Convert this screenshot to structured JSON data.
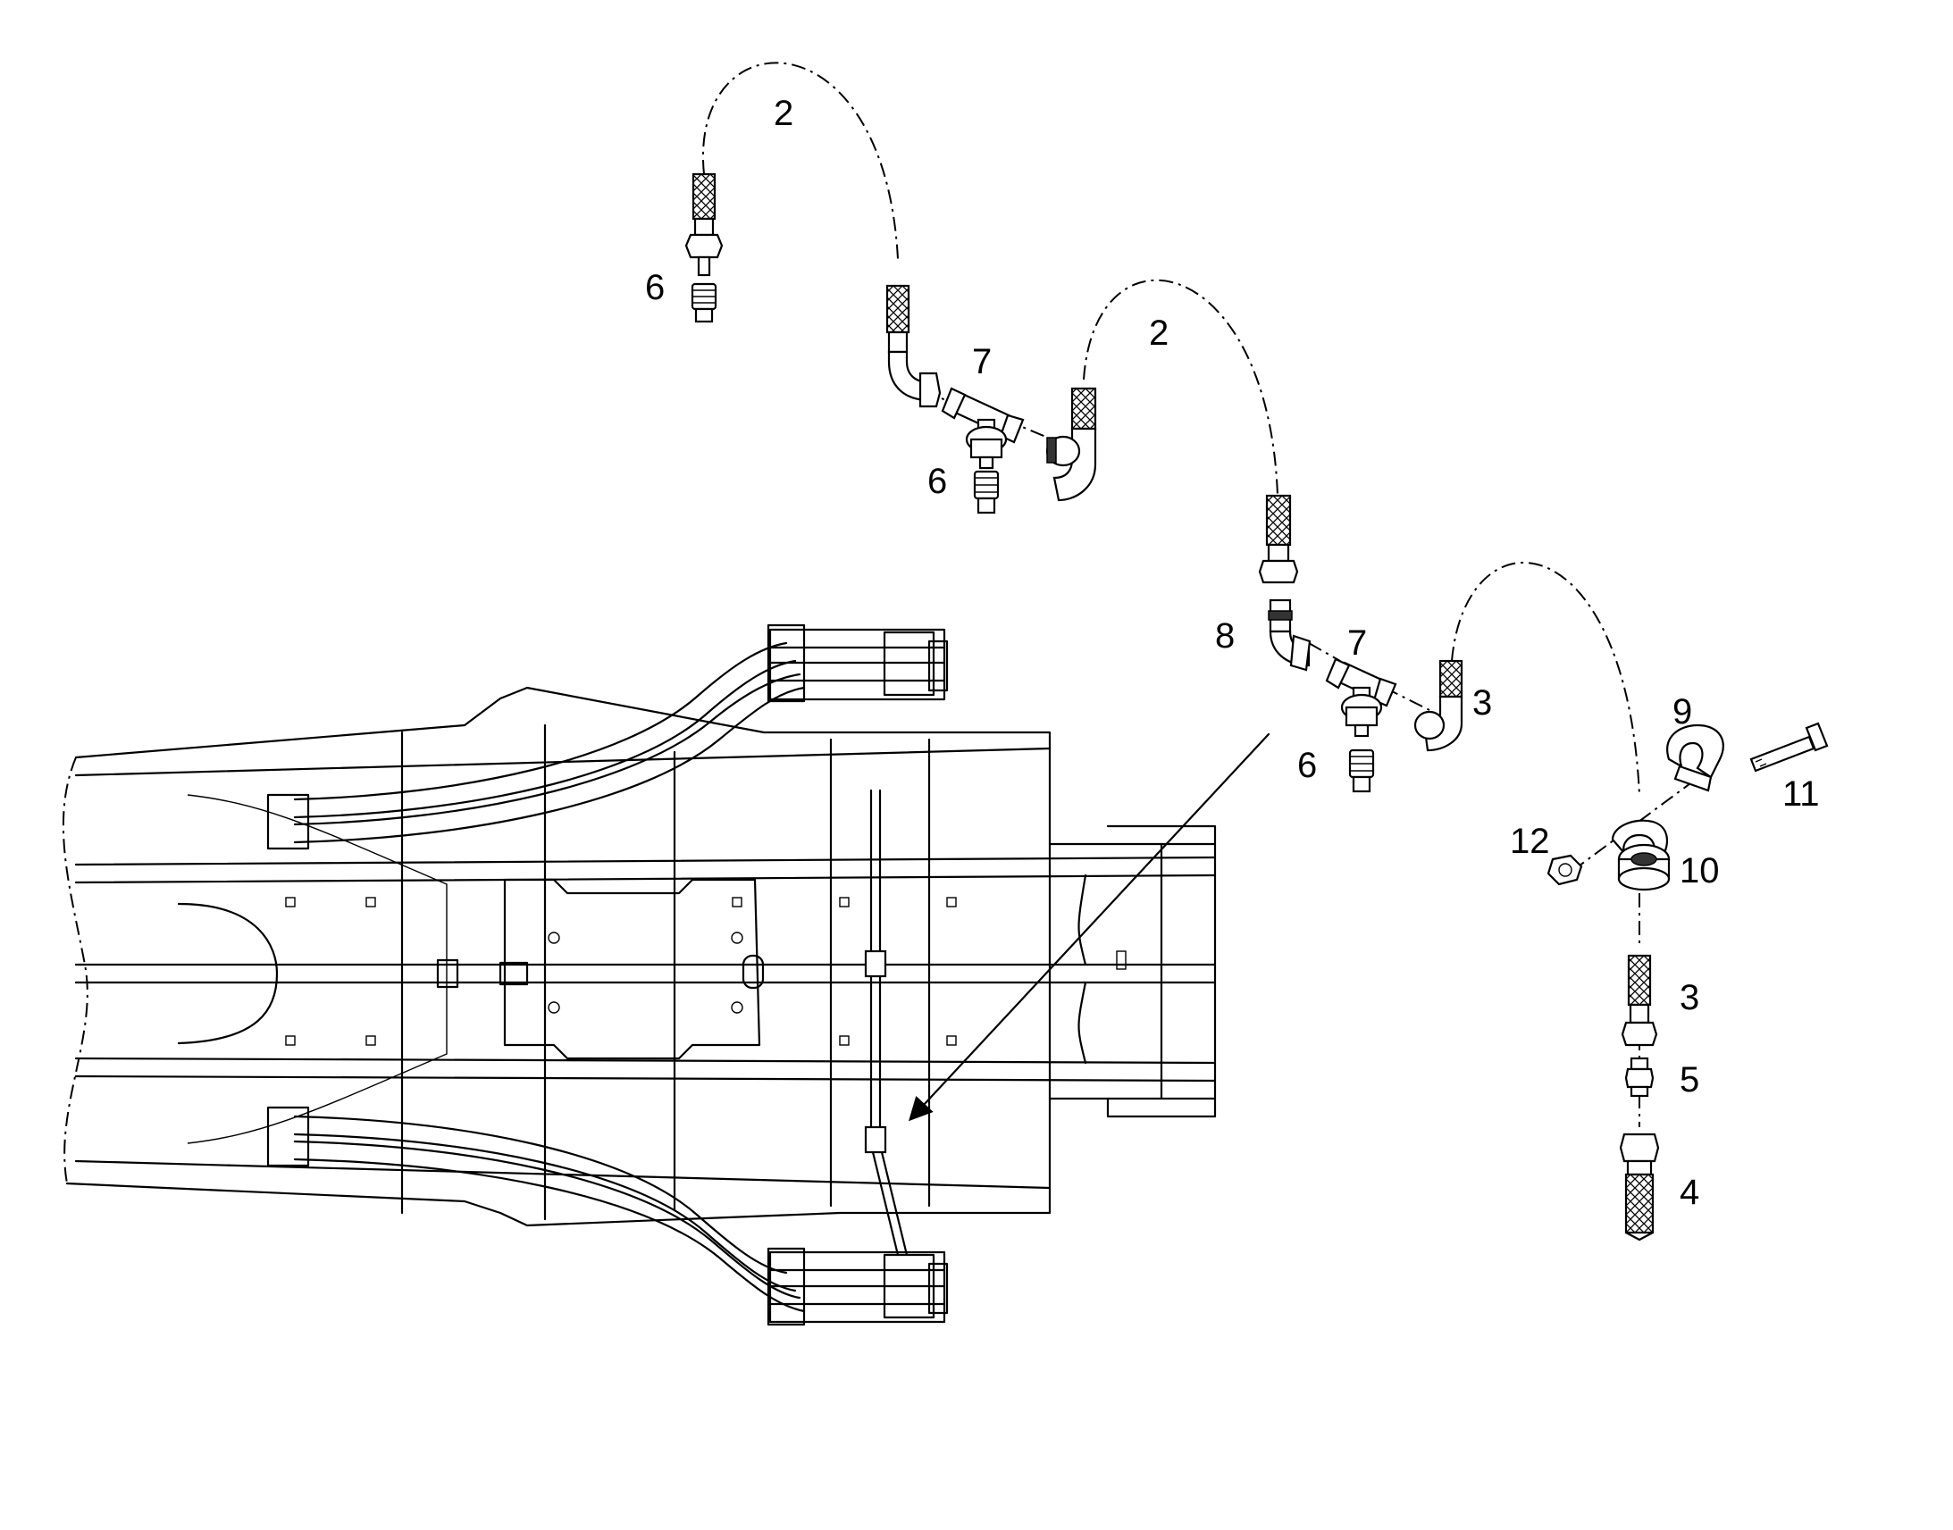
{
  "callouts": {
    "c2_top": "2",
    "c6_top": "6",
    "c7_mid": "7",
    "c2_mid": "2",
    "c6_mid": "6",
    "c8": "8",
    "c7_low": "7",
    "c3_low": "3",
    "c6_low": "6",
    "c9": "9",
    "c11": "11",
    "c12": "12",
    "c10": "10",
    "c3_right": "3",
    "c5": "5",
    "c4": "4"
  }
}
